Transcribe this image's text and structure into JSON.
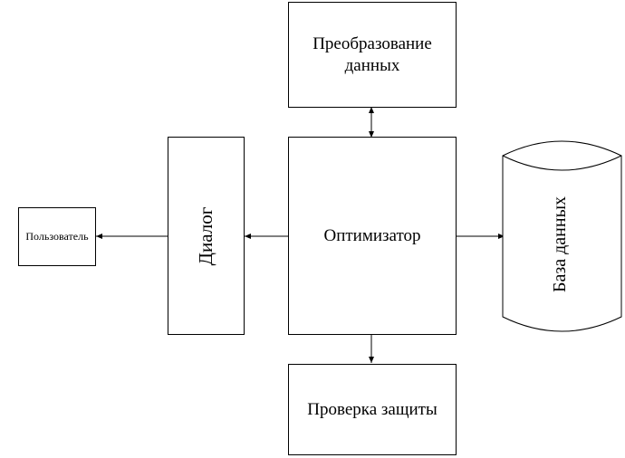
{
  "diagram": {
    "nodes": {
      "transform": {
        "line1": "Преобразование",
        "line2": "данных"
      },
      "optimizer": {
        "label": "Оптимизатор"
      },
      "dialog": {
        "label": "Диалог"
      },
      "user": {
        "label": "Пользователь"
      },
      "database": {
        "label": "База данных"
      },
      "security": {
        "label": "Проверка защиты"
      }
    },
    "edges": [
      {
        "from": "optimizer",
        "to": "transform",
        "direction": "both"
      },
      {
        "from": "optimizer",
        "to": "dialog",
        "direction": "forward"
      },
      {
        "from": "dialog",
        "to": "user",
        "direction": "forward"
      },
      {
        "from": "optimizer",
        "to": "database",
        "direction": "forward"
      },
      {
        "from": "optimizer",
        "to": "security",
        "direction": "forward"
      }
    ]
  }
}
